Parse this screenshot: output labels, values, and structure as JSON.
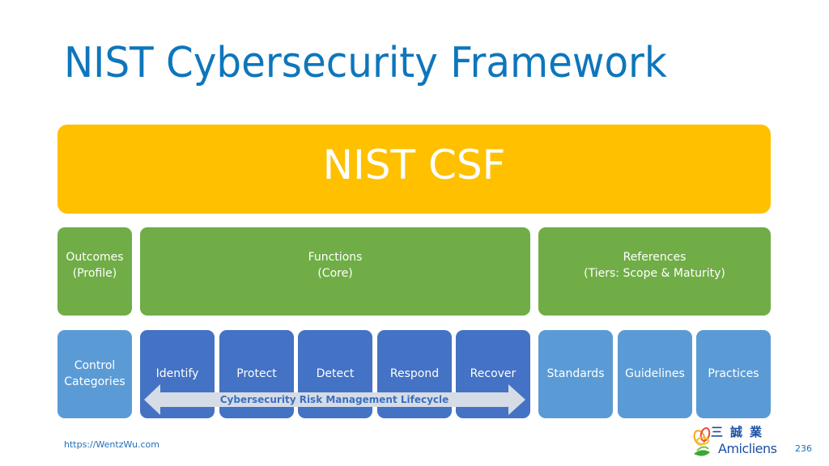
{
  "title": "NIST Cybersecurity Framework",
  "framework": {
    "label": "NIST CSF",
    "color": "#ffc000"
  },
  "components": [
    {
      "label": "Outcomes",
      "sub": "(Profile)",
      "color": "#70ad47"
    },
    {
      "label": "Functions",
      "sub": "(Core)",
      "color": "#70ad47"
    },
    {
      "label": "References",
      "sub": "(Tiers: Scope & Maturity)",
      "color": "#70ad47"
    }
  ],
  "details": {
    "outcomes": [
      {
        "line1": "Control",
        "line2": "Categories"
      }
    ],
    "functions": [
      "Identify",
      "Protect",
      "Detect",
      "Respond",
      "Recover"
    ],
    "references": [
      "Standards",
      "Guidelines",
      "Practices"
    ]
  },
  "colors": {
    "title": "#0e76bc",
    "function_box": "#4472c4",
    "reference_box": "#5b9bd5",
    "arrow": "#d6dce5",
    "arrow_text": "#3a6fc4"
  },
  "lifecycle_arrow": {
    "label": "Cybersecurity Risk Management Lifecycle",
    "direction": "bidirectional"
  },
  "footer": {
    "url": "https://WentzWu.com",
    "page_number": "236",
    "logo": {
      "chinese": "三誠業",
      "english": "Amicliens"
    }
  }
}
